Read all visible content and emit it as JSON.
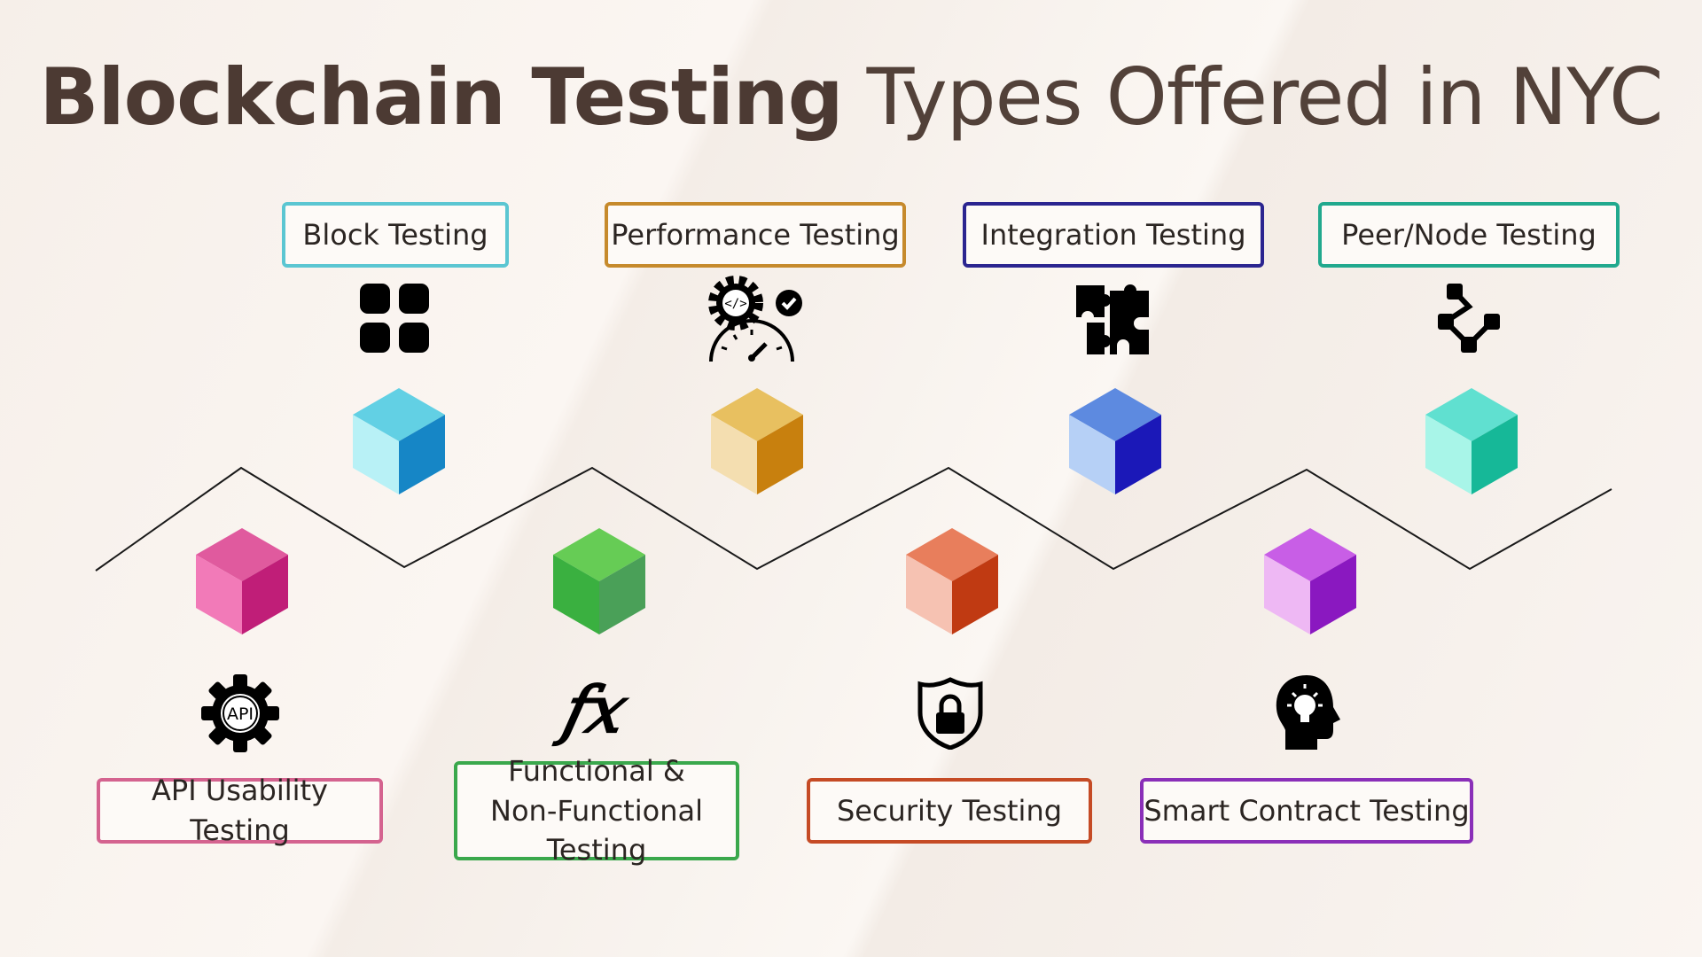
{
  "title": {
    "bold": "Blockchain Testing",
    "light": " Types Offered in NYC"
  },
  "top_items": [
    {
      "label": "Block Testing",
      "icon": "grid-icon",
      "color": "#5bc6d2"
    },
    {
      "label": "Performance Testing",
      "icon": "performance-gauge-icon",
      "color": "#c68a2c"
    },
    {
      "label": "Integration Testing",
      "icon": "puzzle-icon",
      "color": "#2b2590"
    },
    {
      "label": "Peer/Node Testing",
      "icon": "node-network-icon",
      "color": "#21a98e"
    }
  ],
  "bottom_items": [
    {
      "label": "API Usability Testing",
      "icon": "api-gear-icon",
      "color": "#d4638f"
    },
    {
      "label": "Functional & Non-Functional Testing",
      "icon": "function-fx-icon",
      "color": "#3aa84c"
    },
    {
      "label": "Security Testing",
      "icon": "shield-lock-icon",
      "color": "#c54b25"
    },
    {
      "label": "Smart Contract Testing",
      "icon": "head-bulb-icon",
      "color": "#8a2fb8"
    }
  ],
  "cube_colors": {
    "block": [
      "#62d0e4",
      "#b8f1f6",
      "#1686c6"
    ],
    "performance": [
      "#e8c060",
      "#f4deb0",
      "#c8800e"
    ],
    "integration": [
      "#5d8ae0",
      "#b6d0f6",
      "#1b18b8"
    ],
    "peer": [
      "#60e0d0",
      "#a8f5e8",
      "#16b898"
    ],
    "api": [
      "#e05a9e",
      "#f27ab8",
      "#c01e78"
    ],
    "functional": [
      "#66cc55",
      "#3ab040",
      "#4aa058"
    ],
    "security": [
      "#e87e5c",
      "#f6c2b2",
      "#c03a12"
    ],
    "smart": [
      "#c85ee6",
      "#eeb8f4",
      "#8a18c0"
    ]
  },
  "function_glyph": "𝑓𝑥",
  "api_text": "API"
}
